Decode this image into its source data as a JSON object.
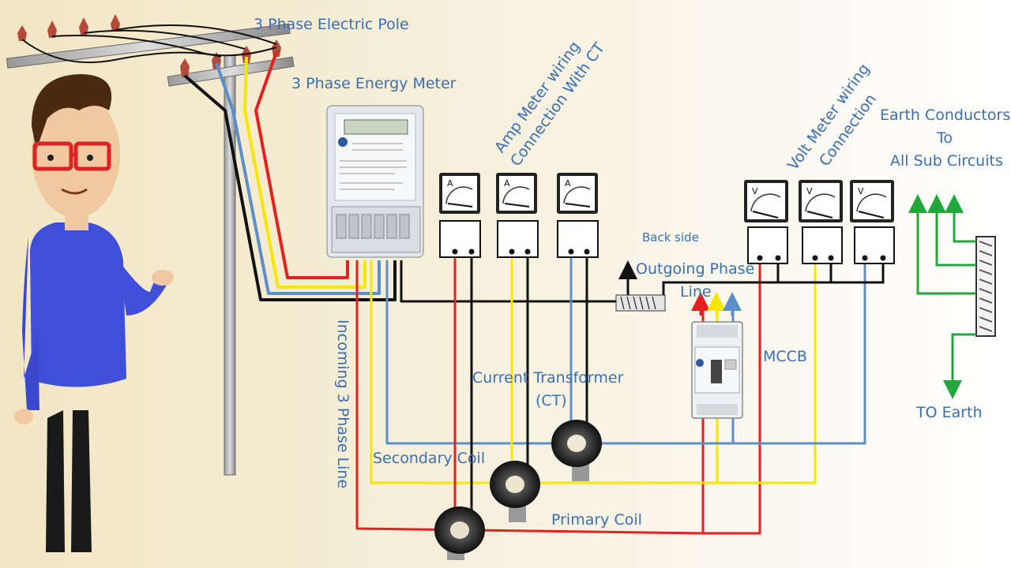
{
  "labels": {
    "pole": "3 Phase Electric Pole",
    "energy_meter": "3 Phase Energy Meter",
    "amp_meter_l1": "Amp Meter wiring",
    "amp_meter_l2": "Connection With CT",
    "volt_meter_l1": "Volt Meter wiring",
    "volt_meter_l2": "Connection",
    "earth_l1": "Earth Conductors",
    "earth_l2": "To",
    "earth_l3": "All Sub Circuits",
    "back_side": "Back side",
    "outgoing_l1": "Outgoing Phase",
    "outgoing_l2": "Line",
    "mccb": "MCCB",
    "to_earth": "TO Earth",
    "incoming": "Incoming 3 Phase Line",
    "ct_l1": "Current Transformer",
    "ct_l2": "(CT)",
    "secondary": "Secondary Coil",
    "primary": "Primary Coil"
  },
  "meter_letters": {
    "amp": "A",
    "volt": "V"
  },
  "colors": {
    "red": "#e5201f",
    "yellow": "#f7e600",
    "blue": "#5b8fc9",
    "black": "#111111",
    "green": "#22a83a",
    "text": "#3a6fb0"
  }
}
